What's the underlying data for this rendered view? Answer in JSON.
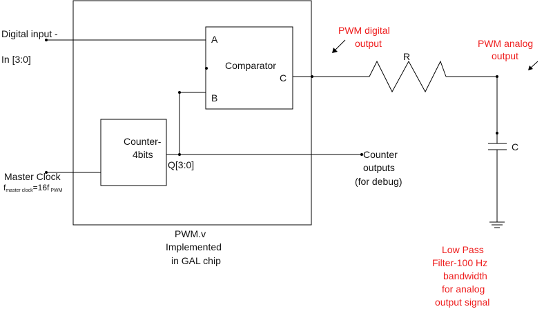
{
  "pwm_module": {
    "label_line1": "PWM.v",
    "label_line2": "Implemented",
    "label_line3": "in GAL chip"
  },
  "comparator": {
    "label": "Comparator",
    "port_a": "A",
    "port_b": "B",
    "port_c": "C"
  },
  "counter": {
    "label_line1": "Counter-",
    "label_line2": "4bits",
    "output_label": "Q[3:0]"
  },
  "inputs": {
    "digital_line1": "Digital input -",
    "digital_line2": "In [3:0]",
    "clock_label": "Master Clock",
    "clock_formula_f1": "f",
    "clock_formula_sub1": "master clock",
    "clock_formula_mid": "=16f",
    "clock_formula_sub2": "PWM"
  },
  "counter_outputs": {
    "line1": "Counter",
    "line2": "outputs",
    "line3": "(for debug)"
  },
  "resistor": {
    "label": "R"
  },
  "capacitor": {
    "label": "C"
  },
  "annotations": {
    "pwm_digital_line1": "PWM digital",
    "pwm_digital_line2": "output",
    "pwm_analog_line1": "PWM analog",
    "pwm_analog_line2": "output",
    "filter_line1": "Low Pass",
    "filter_line2": "Filter-100 Hz",
    "filter_line3": "bandwidth",
    "filter_line4": "for analog",
    "filter_line5": "output signal"
  },
  "colors": {
    "annotation": "#ee1c1c",
    "wire": "#000000"
  }
}
